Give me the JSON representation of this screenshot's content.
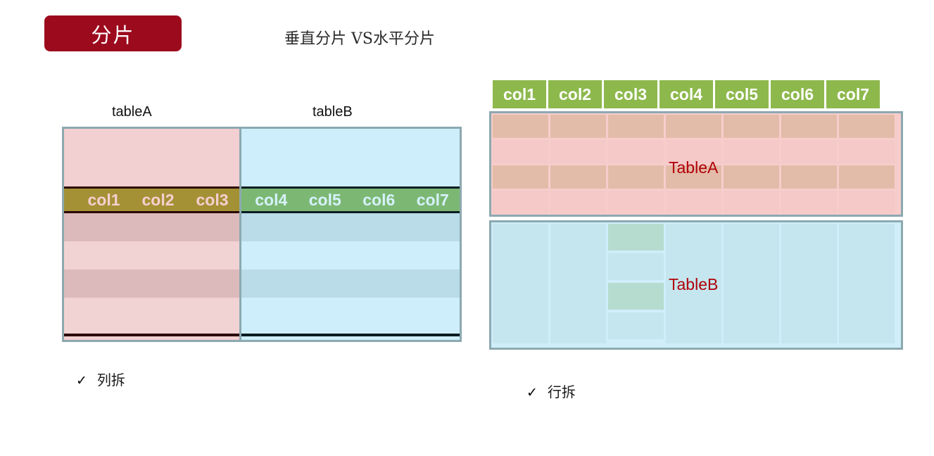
{
  "header": {
    "badge_label": "分片",
    "subtitle": "垂直分片 VS水平分片",
    "badge_color": "#9C0A1E"
  },
  "left_diagram": {
    "caption_a": "tableA",
    "caption_b": "tableB",
    "table_a": {
      "name": "tableA",
      "columns": [
        "col1",
        "col2",
        "col3"
      ],
      "fill_color": "#F2CFD0",
      "header_color": "#A49136",
      "header_text_color": "#F6CFCF",
      "row_colors": [
        "#DCBABB",
        "#F2D3D4",
        "#DCBABB",
        "#F2D3D4"
      ]
    },
    "table_b": {
      "name": "tableB",
      "columns": [
        "col4",
        "col5",
        "col6",
        "col7"
      ],
      "fill_color": "#CDEEFA",
      "header_color": "#7CB873",
      "header_text_color": "#D6F1FB",
      "row_colors": [
        "#B9DCE8",
        "#CDEEFA",
        "#B9DCE8",
        "#CDEEFA"
      ]
    },
    "border_color": "#8CA9B0"
  },
  "right_diagram": {
    "columns": [
      "col1",
      "col2",
      "col3",
      "col4",
      "col5",
      "col6",
      "col7"
    ],
    "column_header_color": "#8DB84C",
    "table_a": {
      "label": "TableA",
      "box_color": "#F7CDCC",
      "cell_dark": "#E3BCA9",
      "cell_light": "#F4C9C8",
      "row_count": 4,
      "row_pattern": [
        "dark",
        "light",
        "dark",
        "light"
      ]
    },
    "table_b": {
      "label": "TableB",
      "box_color": "#CFEEFA",
      "cell_plain": "#C5E6EE",
      "cell_green": "#B5DCCF",
      "split_column_index": 3,
      "split_pattern": [
        "green",
        "blue",
        "green",
        "blue"
      ]
    },
    "label_color": "#B00008",
    "border_color": "#8CA9B0"
  },
  "bullets": {
    "left": {
      "check": "✓",
      "text": "列拆"
    },
    "right": {
      "check": "✓",
      "text": "行拆"
    }
  }
}
